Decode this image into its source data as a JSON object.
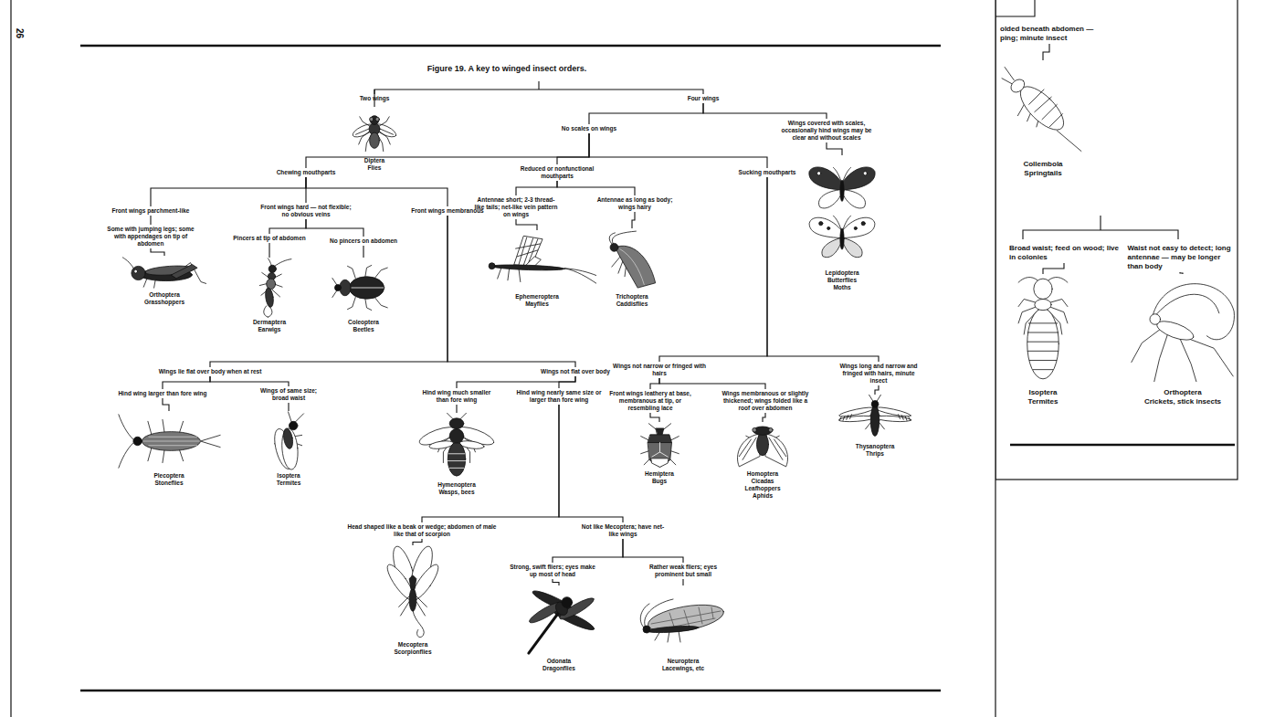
{
  "diagram": {
    "title": "Figure 19. A key to winged insect orders.",
    "nodes": [
      {
        "text": [
          "Two wings"
        ]
      },
      {
        "text": [
          "Diptera",
          "Flies"
        ]
      },
      {
        "text": [
          "Four wings"
        ]
      },
      {
        "text": [
          "No scales on wings"
        ]
      },
      {
        "text": [
          "Wings covered with scales, occasionally hind wings may be clear and without scales"
        ]
      },
      {
        "text": [
          "Lepidoptera",
          "Butterflies Moths"
        ]
      },
      {
        "text": [
          "Chewing mouthparts"
        ]
      },
      {
        "text": [
          "Reduced or nonfunctional mouthparts"
        ]
      },
      {
        "text": [
          "Sucking mouthparts"
        ]
      },
      {
        "text": [
          "Front wings parchment-like"
        ]
      },
      {
        "text": [
          "Front wings hard — not flexible; no obvious veins"
        ]
      },
      {
        "text": [
          "Front wings membranous"
        ]
      },
      {
        "text": [
          "Some with jumping legs; some with appendages on tip of abdomen"
        ]
      },
      {
        "text": [
          "Orthoptera",
          "Grasshoppers"
        ]
      },
      {
        "text": [
          "Pincers at tip of abdomen"
        ]
      },
      {
        "text": [
          "No pincers on abdomen"
        ]
      },
      {
        "text": [
          "Dermaptera",
          "Earwigs"
        ]
      },
      {
        "text": [
          "Coleoptera",
          "Beetles"
        ]
      },
      {
        "text": [
          "Antennae short; 2-3 thread-like tails; net-like vein pattern on wings"
        ]
      },
      {
        "text": [
          "Antennae as long as body; wings hairy"
        ]
      },
      {
        "text": [
          "Ephemeroptera",
          "Mayflies"
        ]
      },
      {
        "text": [
          "Trichoptera",
          "Caddisflies"
        ]
      },
      {
        "text": [
          "Wings not narrow or fringed with hairs"
        ]
      },
      {
        "text": [
          "Wings long and narrow and fringed with hairs, minute insect"
        ]
      },
      {
        "text": [
          "Front wings leathery at base, membranous at tip, or resembling lace"
        ]
      },
      {
        "text": [
          "Wings membranous or slightly thickened; wings folded like a roof over abdomen"
        ]
      },
      {
        "text": [
          "Hemiptera",
          "Bugs"
        ]
      },
      {
        "text": [
          "Homoptera",
          "Cicadas Leafhoppers Aphids"
        ]
      },
      {
        "text": [
          "Thysanoptera",
          "Thrips"
        ]
      },
      {
        "text": [
          "Wings lie flat over body when at rest"
        ]
      },
      {
        "text": [
          "Wings not flat over body"
        ]
      },
      {
        "text": [
          "Hind wing larger than fore wing"
        ]
      },
      {
        "text": [
          "Wings of same size; broad waist"
        ]
      },
      {
        "text": [
          "Plecoptera",
          "Stoneflies"
        ]
      },
      {
        "text": [
          "Isoptera",
          "Termites"
        ]
      },
      {
        "text": [
          "Hind wing much smaller than fore wing"
        ]
      },
      {
        "text": [
          "Hind wing nearly same size or larger than fore wing"
        ]
      },
      {
        "text": [
          "Hymenoptera",
          "Wasps, bees"
        ]
      },
      {
        "text": [
          "Head shaped like a beak or wedge; abdomen of male like that of scorpion"
        ]
      },
      {
        "text": [
          "Not like Mecoptera; have net-like wings"
        ]
      },
      {
        "text": [
          "Mecoptera",
          "Scorpionflies"
        ]
      },
      {
        "text": [
          "Strong, swift fliers; eyes make up most of head"
        ]
      },
      {
        "text": [
          "Rather weak fliers; eyes prominent but small"
        ]
      },
      {
        "text": [
          "Odonata",
          "Dragonflies"
        ]
      },
      {
        "text": [
          "Neuroptera",
          "Lacewings, etc"
        ]
      },
      {
        "text": [
          "olded beneath abdomen — ping; minute insect"
        ]
      },
      {
        "text": [
          "Collembola",
          "Springtails"
        ]
      },
      {
        "text": [
          "Broad waist; feed on wood; live in colonies"
        ]
      },
      {
        "text": [
          "Waist not easy to detect; long antennae — may be longer than body"
        ]
      },
      {
        "text": [
          "Isoptera",
          "Termites"
        ]
      },
      {
        "text": [
          "Orthoptera",
          "Crickets, stick insects"
        ]
      }
    ],
    "edges": [
      {
        "from": 0,
        "to": 2,
        "arrow": "none"
      },
      {
        "from": 0,
        "to": 1,
        "arrow": "none"
      },
      {
        "from": 2,
        "to": 3,
        "arrow": "none"
      },
      {
        "from": 2,
        "to": 4,
        "arrow": "none"
      },
      {
        "from": 4,
        "to": 5,
        "arrow": "none"
      },
      {
        "from": 3,
        "to": 6,
        "arrow": "none"
      },
      {
        "from": 3,
        "to": 7,
        "arrow": "none"
      },
      {
        "from": 3,
        "to": 8,
        "arrow": "none"
      },
      {
        "from": 6,
        "to": 9,
        "arrow": "none"
      },
      {
        "from": 6,
        "to": 10,
        "arrow": "none"
      },
      {
        "from": 6,
        "to": 11,
        "arrow": "none"
      },
      {
        "from": 9,
        "to": 12,
        "arrow": "none"
      },
      {
        "from": 12,
        "to": 13,
        "arrow": "none"
      },
      {
        "from": 10,
        "to": 14,
        "arrow": "none"
      },
      {
        "from": 10,
        "to": 15,
        "arrow": "none"
      },
      {
        "from": 14,
        "to": 16,
        "arrow": "none"
      },
      {
        "from": 15,
        "to": 17,
        "arrow": "none"
      },
      {
        "from": 7,
        "to": 18,
        "arrow": "none"
      },
      {
        "from": 7,
        "to": 19,
        "arrow": "none"
      },
      {
        "from": 18,
        "to": 20,
        "arrow": "none"
      },
      {
        "from": 19,
        "to": 21,
        "arrow": "none"
      },
      {
        "from": 8,
        "to": 22,
        "arrow": "none"
      },
      {
        "from": 8,
        "to": 23,
        "arrow": "none"
      },
      {
        "from": 22,
        "to": 24,
        "arrow": "none"
      },
      {
        "from": 22,
        "to": 25,
        "arrow": "none"
      },
      {
        "from": 24,
        "to": 26,
        "arrow": "none"
      },
      {
        "from": 25,
        "to": 27,
        "arrow": "none"
      },
      {
        "from": 23,
        "to": 28,
        "arrow": "none"
      },
      {
        "from": 11,
        "to": 29,
        "arrow": "none"
      },
      {
        "from": 11,
        "to": 30,
        "arrow": "none"
      },
      {
        "from": 29,
        "to": 31,
        "arrow": "none"
      },
      {
        "from": 29,
        "to": 32,
        "arrow": "none"
      },
      {
        "from": 31,
        "to": 33,
        "arrow": "none"
      },
      {
        "from": 32,
        "to": 34,
        "arrow": "none"
      },
      {
        "from": 30,
        "to": 35,
        "arrow": "none"
      },
      {
        "from": 30,
        "to": 36,
        "arrow": "none"
      },
      {
        "from": 35,
        "to": 37,
        "arrow": "none"
      },
      {
        "from": 36,
        "to": 38,
        "arrow": "none"
      },
      {
        "from": 36,
        "to": 39,
        "arrow": "none"
      },
      {
        "from": 38,
        "to": 40,
        "arrow": "none"
      },
      {
        "from": 39,
        "to": 41,
        "arrow": "none"
      },
      {
        "from": 39,
        "to": 42,
        "arrow": "none"
      },
      {
        "from": 41,
        "to": 43,
        "arrow": "none"
      },
      {
        "from": 42,
        "to": 44,
        "arrow": "none"
      },
      {
        "from": 45,
        "to": 46,
        "arrow": "none"
      },
      {
        "from": 47,
        "to": 49,
        "arrow": "none"
      },
      {
        "from": 48,
        "to": 50,
        "arrow": "none"
      }
    ],
    "labels": [
      "26"
    ]
  }
}
